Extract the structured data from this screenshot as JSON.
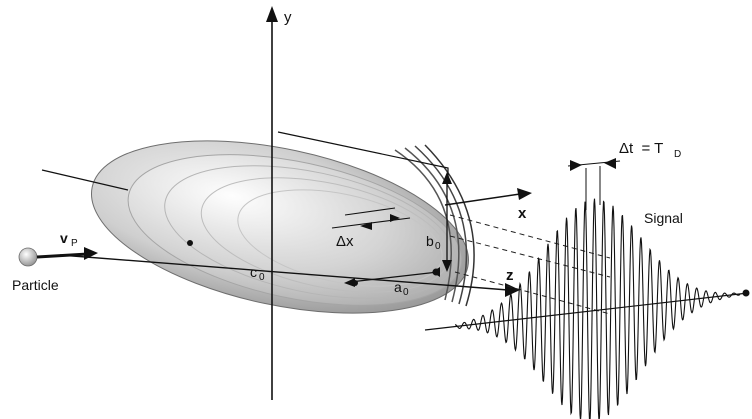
{
  "labels": {
    "y_axis": "y",
    "x_axis": "x",
    "z_axis": "z",
    "velocity": "v",
    "velocity_sub": "P",
    "particle": "Particle",
    "c0": "c",
    "c0_sub": "0",
    "a0": "a",
    "a0_sub": "0",
    "b0": "b",
    "b0_sub": "0",
    "delta_x": "Δx",
    "delta_t": "Δt  = T",
    "delta_t_sub": "D",
    "signal": "Signal"
  },
  "colors": {
    "ink": "#111111",
    "ellipsoid_light": "#f2f2f2",
    "ellipsoid_dark": "#8a8a8a"
  }
}
